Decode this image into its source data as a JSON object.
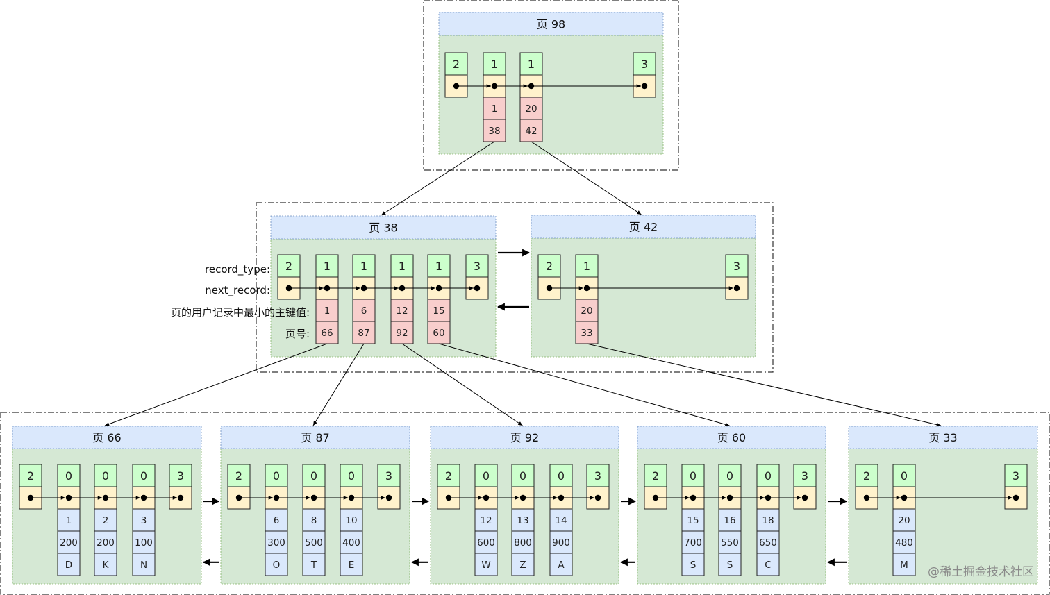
{
  "colors": {
    "page_header": "#dae8fc",
    "page_body": "#d5e8d4",
    "cell_type": "#ccffcc",
    "cell_next": "#fff2cc",
    "cell_index": "#f8cecc",
    "cell_user": "#dae8fc"
  },
  "field_labels": [
    "record_type:",
    "next_record:",
    "页的用户记录中最小的主键值:",
    "页号:"
  ],
  "watermark": "@稀土掘金技术社区",
  "pages": [
    {
      "id": "p98",
      "title": "页 98",
      "kind": "index",
      "records": [
        {
          "type": "2",
          "values": []
        },
        {
          "type": "1",
          "values": [
            "1",
            "38"
          ]
        },
        {
          "type": "1",
          "values": [
            "20",
            "42"
          ]
        },
        {
          "type": "3",
          "values": []
        }
      ]
    },
    {
      "id": "p38",
      "title": "页 38",
      "kind": "index",
      "records": [
        {
          "type": "2",
          "values": []
        },
        {
          "type": "1",
          "values": [
            "1",
            "66"
          ]
        },
        {
          "type": "1",
          "values": [
            "6",
            "87"
          ]
        },
        {
          "type": "1",
          "values": [
            "12",
            "92"
          ]
        },
        {
          "type": "1",
          "values": [
            "15",
            "60"
          ]
        },
        {
          "type": "3",
          "values": []
        }
      ]
    },
    {
      "id": "p42",
      "title": "页 42",
      "kind": "index",
      "records": [
        {
          "type": "2",
          "values": []
        },
        {
          "type": "1",
          "values": [
            "20",
            "33"
          ]
        },
        {
          "type": "3",
          "values": []
        }
      ]
    },
    {
      "id": "p66",
      "title": "页 66",
      "kind": "leaf",
      "records": [
        {
          "type": "2",
          "values": []
        },
        {
          "type": "0",
          "values": [
            "1",
            "200",
            "D"
          ]
        },
        {
          "type": "0",
          "values": [
            "2",
            "200",
            "K"
          ]
        },
        {
          "type": "0",
          "values": [
            "3",
            "100",
            "N"
          ]
        },
        {
          "type": "3",
          "values": []
        }
      ]
    },
    {
      "id": "p87",
      "title": "页 87",
      "kind": "leaf",
      "records": [
        {
          "type": "2",
          "values": []
        },
        {
          "type": "0",
          "values": [
            "6",
            "300",
            "O"
          ]
        },
        {
          "type": "0",
          "values": [
            "8",
            "500",
            "T"
          ]
        },
        {
          "type": "0",
          "values": [
            "10",
            "400",
            "E"
          ]
        },
        {
          "type": "3",
          "values": []
        }
      ]
    },
    {
      "id": "p92",
      "title": "页 92",
      "kind": "leaf",
      "records": [
        {
          "type": "2",
          "values": []
        },
        {
          "type": "0",
          "values": [
            "12",
            "600",
            "W"
          ]
        },
        {
          "type": "0",
          "values": [
            "13",
            "800",
            "Z"
          ]
        },
        {
          "type": "0",
          "values": [
            "14",
            "900",
            "A"
          ]
        },
        {
          "type": "3",
          "values": []
        }
      ]
    },
    {
      "id": "p60",
      "title": "页 60",
      "kind": "leaf",
      "records": [
        {
          "type": "2",
          "values": []
        },
        {
          "type": "0",
          "values": [
            "15",
            "700",
            "S"
          ]
        },
        {
          "type": "0",
          "values": [
            "16",
            "550",
            "S"
          ]
        },
        {
          "type": "0",
          "values": [
            "18",
            "650",
            "C"
          ]
        },
        {
          "type": "3",
          "values": []
        }
      ]
    },
    {
      "id": "p33",
      "title": "页 33",
      "kind": "leaf",
      "records": [
        {
          "type": "2",
          "values": []
        },
        {
          "type": "0",
          "values": [
            "20",
            "480",
            "M"
          ]
        },
        {
          "type": "3",
          "values": []
        }
      ]
    }
  ],
  "child_links": [
    {
      "from_page": "p98",
      "from_record": 1,
      "to_page": "p38"
    },
    {
      "from_page": "p98",
      "from_record": 2,
      "to_page": "p42"
    },
    {
      "from_page": "p38",
      "from_record": 1,
      "to_page": "p66"
    },
    {
      "from_page": "p38",
      "from_record": 2,
      "to_page": "p87"
    },
    {
      "from_page": "p38",
      "from_record": 3,
      "to_page": "p92"
    },
    {
      "from_page": "p38",
      "from_record": 4,
      "to_page": "p60"
    },
    {
      "from_page": "p42",
      "from_record": 1,
      "to_page": "p33"
    }
  ],
  "sibling_links": [
    {
      "left": "p38",
      "right": "p42"
    },
    {
      "left": "p66",
      "right": "p87"
    },
    {
      "left": "p87",
      "right": "p92"
    },
    {
      "left": "p92",
      "right": "p60"
    },
    {
      "left": "p60",
      "right": "p33"
    }
  ]
}
